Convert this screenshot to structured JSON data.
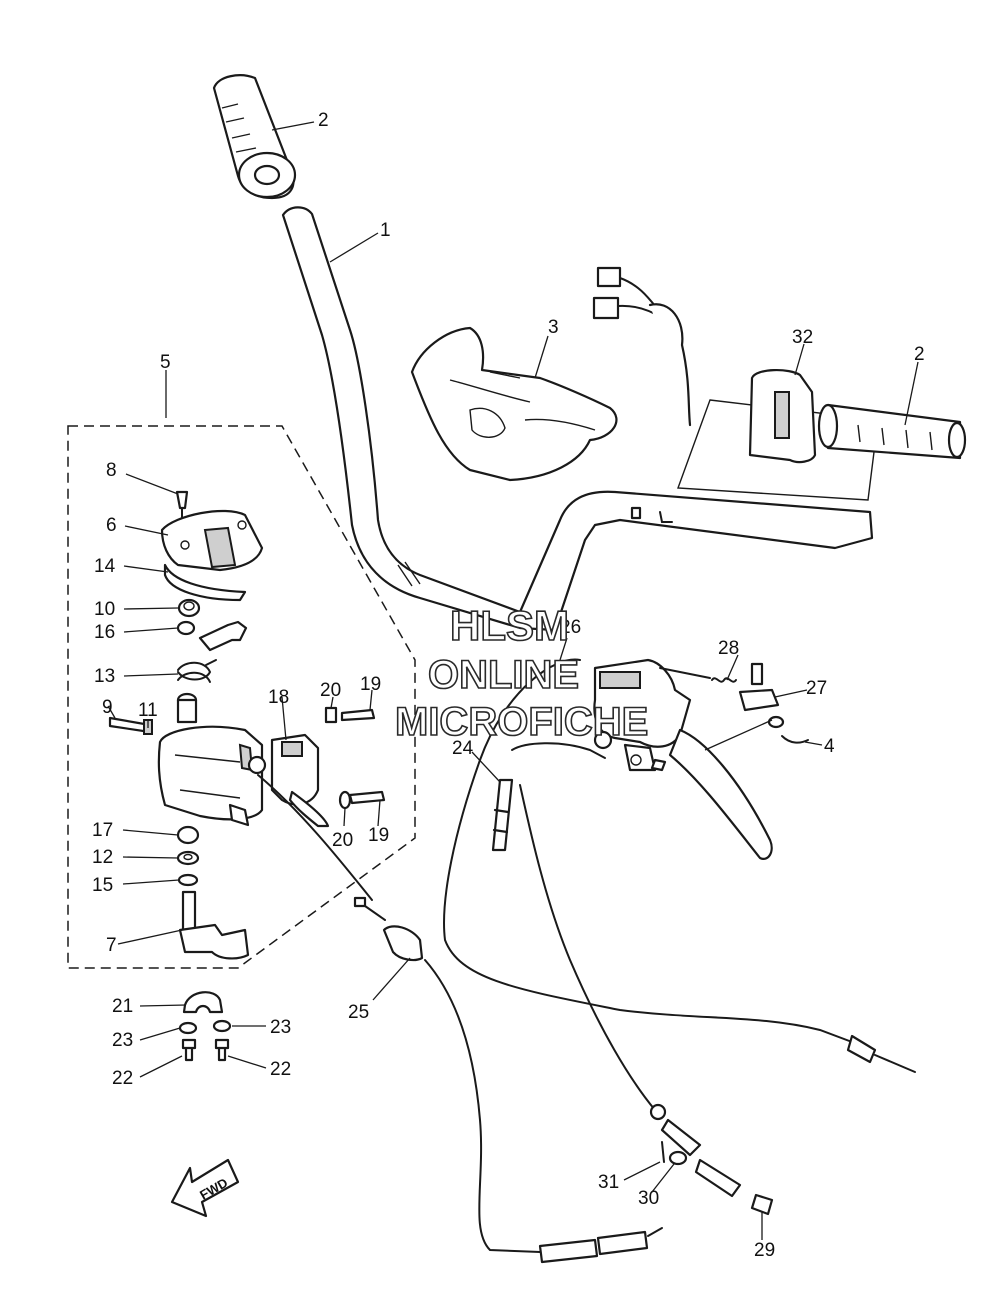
{
  "watermark": {
    "line1": "HLSM",
    "line2": "ONLINE",
    "line3": "MICROFICHE"
  },
  "direction_arrow": {
    "label": "FWD",
    "icon": "fwd-arrow-icon"
  },
  "callouts": [
    {
      "id": "c2a",
      "label": "2"
    },
    {
      "id": "c1",
      "label": "1"
    },
    {
      "id": "c3",
      "label": "3"
    },
    {
      "id": "c32",
      "label": "32"
    },
    {
      "id": "c2b",
      "label": "2"
    },
    {
      "id": "c5",
      "label": "5"
    },
    {
      "id": "c8",
      "label": "8"
    },
    {
      "id": "c6",
      "label": "6"
    },
    {
      "id": "c14",
      "label": "14"
    },
    {
      "id": "c10",
      "label": "10"
    },
    {
      "id": "c16",
      "label": "16"
    },
    {
      "id": "c13",
      "label": "13"
    },
    {
      "id": "c9",
      "label": "9"
    },
    {
      "id": "c11",
      "label": "11"
    },
    {
      "id": "c18",
      "label": "18"
    },
    {
      "id": "c20a",
      "label": "20"
    },
    {
      "id": "c19a",
      "label": "19"
    },
    {
      "id": "c20b",
      "label": "20"
    },
    {
      "id": "c19b",
      "label": "19"
    },
    {
      "id": "c17",
      "label": "17"
    },
    {
      "id": "c12",
      "label": "12"
    },
    {
      "id": "c15",
      "label": "15"
    },
    {
      "id": "c7",
      "label": "7"
    },
    {
      "id": "c26",
      "label": "26"
    },
    {
      "id": "c28",
      "label": "28"
    },
    {
      "id": "c27",
      "label": "27"
    },
    {
      "id": "c4",
      "label": "4"
    },
    {
      "id": "c24",
      "label": "24"
    },
    {
      "id": "c25",
      "label": "25"
    },
    {
      "id": "c21",
      "label": "21"
    },
    {
      "id": "c23a",
      "label": "23"
    },
    {
      "id": "c23b",
      "label": "23"
    },
    {
      "id": "c22a",
      "label": "22"
    },
    {
      "id": "c22b",
      "label": "22"
    },
    {
      "id": "c31",
      "label": "31"
    },
    {
      "id": "c30",
      "label": "30"
    },
    {
      "id": "c29",
      "label": "29"
    }
  ]
}
